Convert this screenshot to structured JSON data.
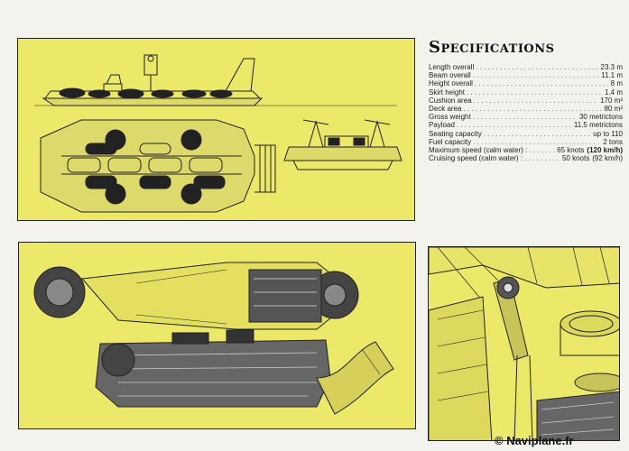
{
  "specifications": {
    "title": "Specifications",
    "rows": [
      {
        "label": "Length overall",
        "value": "23.3 m",
        "extra": ""
      },
      {
        "label": "Beam overall",
        "value": "11.1 m",
        "extra": ""
      },
      {
        "label": "Height overall",
        "value": "8   m",
        "extra": ""
      },
      {
        "label": "Skirt height",
        "value": "1.4 m",
        "extra": ""
      },
      {
        "label": "Cushion area",
        "value": "170   m²",
        "extra": ""
      },
      {
        "label": "Deck area",
        "value": "80   m²",
        "extra": ""
      },
      {
        "label": "Gross weight",
        "value": "30   metrictons",
        "extra": ""
      },
      {
        "label": "Payload",
        "value": "11.5 metrictons",
        "extra": ""
      },
      {
        "label": "Seating capacity",
        "value": "up to 110",
        "extra": ""
      },
      {
        "label": "Fuel capacity",
        "value": "2 tons",
        "extra": ""
      },
      {
        "label": "Maximum speed (calm water) :",
        "value": "65 knots",
        "extra": "(120 km/h)"
      },
      {
        "label": "Cruising speed (calm water) :",
        "value": "50 knots",
        "extra": "(92 km/h)"
      }
    ]
  },
  "watermark": "© Naviplane.fr",
  "colors": {
    "panel": "#ece86a",
    "ink": "#222222",
    "page": "#f4f2ec"
  }
}
